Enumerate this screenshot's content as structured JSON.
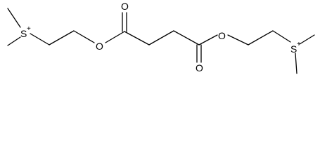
{
  "molecule": {
    "left_sulfonium": {
      "symbol": "S",
      "charge": "+"
    },
    "right_sulfonium": {
      "symbol": "S",
      "charge": "+"
    },
    "left_ester_oxygen": {
      "symbol": "O"
    },
    "right_ester_oxygen": {
      "symbol": "O"
    },
    "left_carbonyl_oxygen": {
      "symbol": "O"
    },
    "right_carbonyl_oxygen": {
      "symbol": "O"
    }
  }
}
